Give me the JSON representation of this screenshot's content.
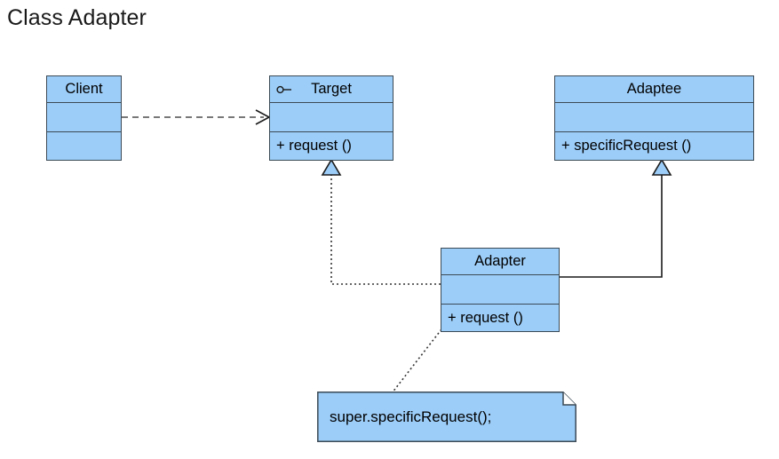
{
  "title": "Class Adapter",
  "diagram": {
    "type": "uml-class-diagram",
    "classes": [
      {
        "id": "client",
        "name": "Client",
        "stereotype_icon": "",
        "attributes": [],
        "operations": []
      },
      {
        "id": "target",
        "name": "Target",
        "stereotype_icon": "interface-lollipop-icon",
        "attributes": [],
        "operations": [
          "+ request ()"
        ]
      },
      {
        "id": "adaptee",
        "name": "Adaptee",
        "stereotype_icon": "",
        "attributes": [],
        "operations": [
          "+ specificRequest ()"
        ]
      },
      {
        "id": "adapter",
        "name": "Adapter",
        "stereotype_icon": "",
        "attributes": [],
        "operations": [
          "+ request ()"
        ]
      }
    ],
    "note": {
      "id": "note-super-call",
      "text": "super.specificRequest();"
    },
    "relationships": [
      {
        "from": "client",
        "to": "target",
        "kind": "dependency",
        "line": "dashed",
        "head": "open-arrow"
      },
      {
        "from": "adapter",
        "to": "target",
        "kind": "realization",
        "line": "dotted",
        "head": "hollow-triangle"
      },
      {
        "from": "adapter",
        "to": "adaptee",
        "kind": "generalization",
        "line": "solid",
        "head": "hollow-triangle"
      },
      {
        "from": "note-super-call",
        "to": "adapter",
        "kind": "note-anchor",
        "line": "dotted",
        "head": "none"
      }
    ]
  },
  "colors": {
    "box_fill": "#9ccdf8",
    "box_border": "#3c4a55",
    "connector": "#1a1a1a",
    "dependency": "#666666",
    "text": "#000000",
    "background": "#ffffff"
  }
}
